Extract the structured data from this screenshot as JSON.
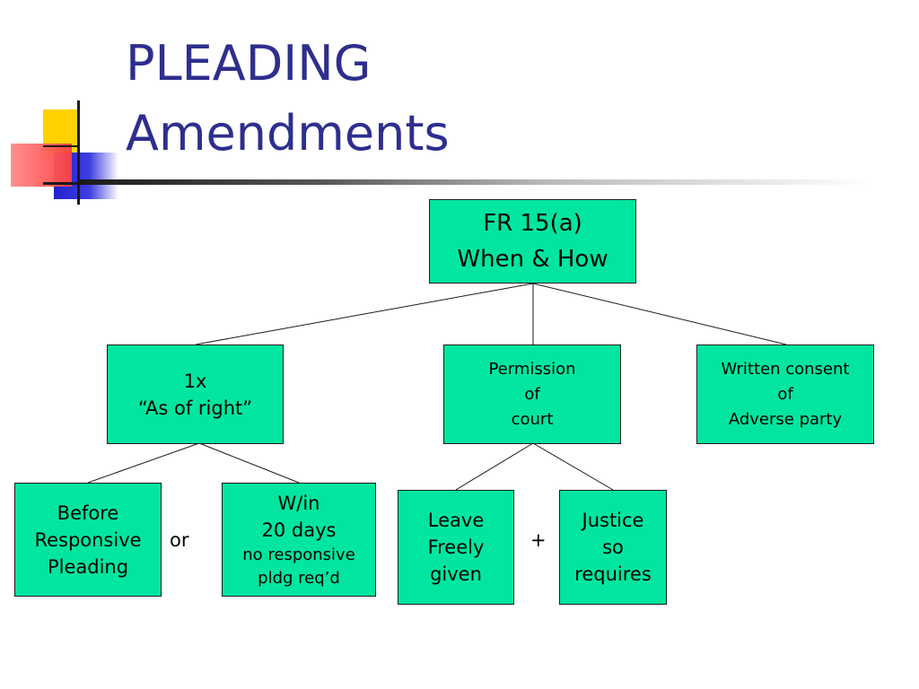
{
  "title": {
    "line1": "PLEADING",
    "line2": "Amendments"
  },
  "nodes": {
    "root": {
      "line1": "FR 15(a)",
      "line2": "When & How"
    },
    "as_of_right": {
      "line1": "1x",
      "line2": "“As of right”"
    },
    "permission": {
      "line1": "Permission",
      "line2": "of",
      "line3": "court"
    },
    "written_consent": {
      "line1": "Written consent",
      "line2": "of",
      "line3": "Adverse party"
    },
    "before_responsive": {
      "line1": "Before",
      "line2": "Responsive",
      "line3": "Pleading"
    },
    "within_20_days": {
      "line1": "W/in",
      "line2": "20 days",
      "line3": "no responsive",
      "line4": "pldg req’d"
    },
    "leave_freely": {
      "line1": "Leave",
      "line2": "Freely",
      "line3": "given"
    },
    "justice_requires": {
      "line1": "Justice",
      "line2": "so",
      "line3": "requires"
    }
  },
  "operators": {
    "or": "or",
    "plus": "+"
  },
  "colors": {
    "title": "#2e2e8f",
    "box_fill": "#00e6a0",
    "connector": "#1a1a1a"
  }
}
